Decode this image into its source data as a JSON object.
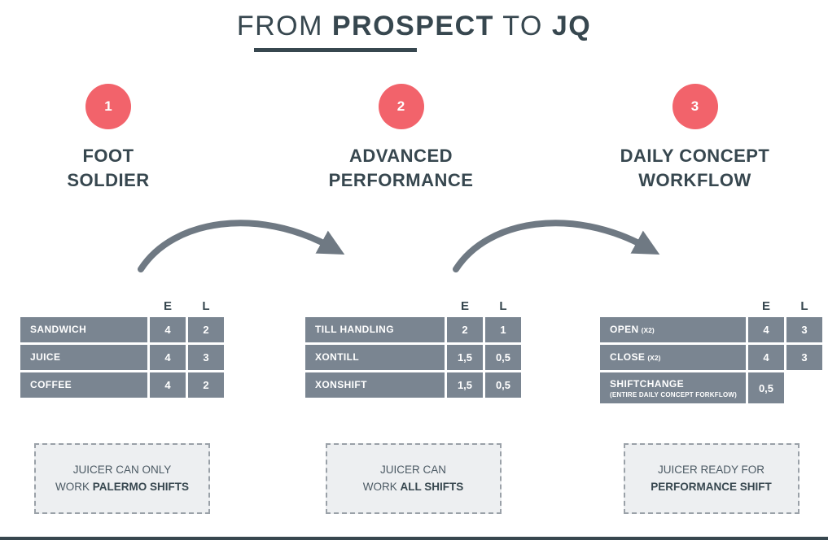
{
  "title": {
    "from": "FROM",
    "prospect": "PROSPECT",
    "to": "TO",
    "jq": "JQ"
  },
  "colors": {
    "accent_red": "#F2636B",
    "navy": "#37474F",
    "table_gray": "#7A8591",
    "arrow_gray": "#6F7983",
    "note_bg": "#EDEFF1",
    "note_border": "#9AA1A8",
    "note_text": "#4C5A64"
  },
  "columns": [
    {
      "badge": "1",
      "heading_line1": "FOOT",
      "heading_line2": "SOLDIER",
      "table": {
        "headers": {
          "e": "E",
          "l": "L"
        },
        "rows": [
          {
            "label": "SANDWICH",
            "label_suffix": "",
            "label_sub": "",
            "e": "4",
            "l": "2"
          },
          {
            "label": "JUICE",
            "label_suffix": "",
            "label_sub": "",
            "e": "4",
            "l": "3"
          },
          {
            "label": "COFFEE",
            "label_suffix": "",
            "label_sub": "",
            "e": "4",
            "l": "2"
          }
        ]
      },
      "note": {
        "line1": "JUICER CAN ONLY",
        "line2_normal": "WORK ",
        "line2_bold": "PALERMO SHIFTS"
      }
    },
    {
      "badge": "2",
      "heading_line1": "ADVANCED",
      "heading_line2": "PERFORMANCE",
      "table": {
        "headers": {
          "e": "E",
          "l": "L"
        },
        "rows": [
          {
            "label": "TILL HANDLING",
            "label_suffix": "",
            "label_sub": "",
            "e": "2",
            "l": "1"
          },
          {
            "label": "XONTILL",
            "label_suffix": "",
            "label_sub": "",
            "e": "1,5",
            "l": "0,5"
          },
          {
            "label": "XONSHIFT",
            "label_suffix": "",
            "label_sub": "",
            "e": "1,5",
            "l": "0,5"
          }
        ]
      },
      "note": {
        "line1": "JUICER CAN",
        "line2_normal": "WORK ",
        "line2_bold": "ALL SHIFTS"
      }
    },
    {
      "badge": "3",
      "heading_line1": "DAILY CONCEPT",
      "heading_line2": "WORKFLOW",
      "table": {
        "headers": {
          "e": "E",
          "l": "L"
        },
        "rows": [
          {
            "label": "OPEN",
            "label_suffix": "(X2)",
            "label_sub": "",
            "e": "4",
            "l": "3"
          },
          {
            "label": "CLOSE",
            "label_suffix": "(X2)",
            "label_sub": "",
            "e": "4",
            "l": "3"
          },
          {
            "label": "SHIFTCHANGE",
            "label_suffix": "",
            "label_sub": "(ENTIRE DAILY CONCEPT FORKFLOW)",
            "e": "0,5",
            "l": ""
          }
        ]
      },
      "note": {
        "line1": "JUICER READY FOR",
        "line2_normal": "",
        "line2_bold": "PERFORMANCE SHIFT"
      }
    }
  ]
}
